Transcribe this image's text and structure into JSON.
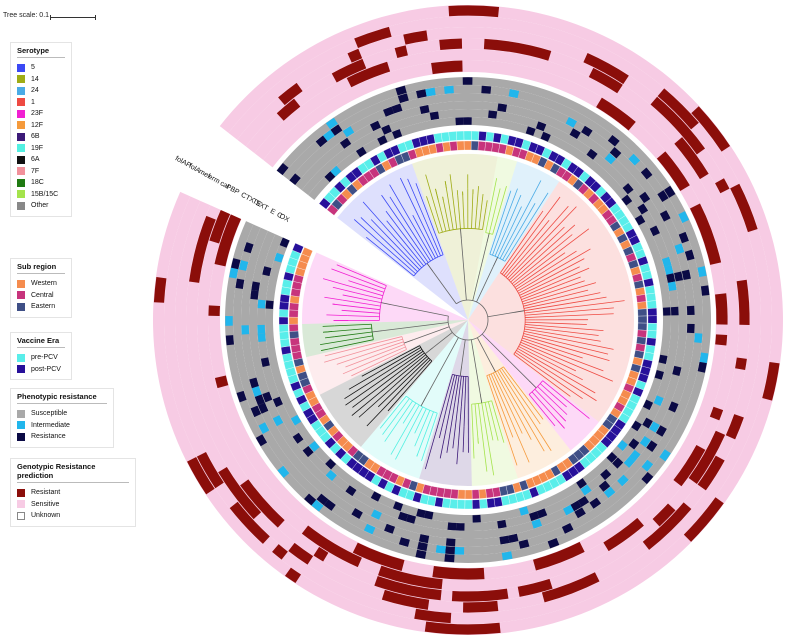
{
  "tree_scale": {
    "label": "Tree scale: 0.1"
  },
  "legends": {
    "serotype": {
      "title": "Serotype",
      "items": [
        {
          "label": "5",
          "color": "#3b49f5"
        },
        {
          "label": "14",
          "color": "#9fac16"
        },
        {
          "label": "24",
          "color": "#4aabe6"
        },
        {
          "label": "1",
          "color": "#ee4a42"
        },
        {
          "label": "23F",
          "color": "#f11fd2"
        },
        {
          "label": "12F",
          "color": "#f59a3b"
        },
        {
          "label": "6B",
          "color": "#3c1a78"
        },
        {
          "label": "19F",
          "color": "#53f0e2"
        },
        {
          "label": "6A",
          "color": "#111111"
        },
        {
          "label": "7F",
          "color": "#f2919b"
        },
        {
          "label": "18C",
          "color": "#1f7a12"
        },
        {
          "label": "15B/15C",
          "color": "#a4e34c"
        },
        {
          "label": "Other",
          "color": "#888888"
        }
      ]
    },
    "subregion": {
      "title": "Sub region",
      "items": [
        {
          "label": "Western",
          "color": "#f58c4e"
        },
        {
          "label": "Central",
          "color": "#c7347c"
        },
        {
          "label": "Eastern",
          "color": "#3f4f86"
        }
      ]
    },
    "vaccine": {
      "title": "Vaccine Era",
      "items": [
        {
          "label": "pre-PCV",
          "color": "#59eeea"
        },
        {
          "label": "post-PCV",
          "color": "#27109a"
        }
      ]
    },
    "phenotypic": {
      "title": "Phenotypic resistance",
      "items": [
        {
          "label": "Susceptible",
          "color": "#a9a9a9"
        },
        {
          "label": "Intermediate",
          "color": "#21b6ec"
        },
        {
          "label": "Resistance",
          "color": "#0b0a45"
        }
      ]
    },
    "genotypic": {
      "title": "Genotypic Resistance prediction",
      "items": [
        {
          "label": "Resistant",
          "color": "#8b0e0a"
        },
        {
          "label": "Sensitive",
          "color": "#f7cbe4"
        },
        {
          "label": "Unknown",
          "color": "#ffffff"
        }
      ]
    }
  },
  "ring_labels": {
    "genotypic": [
      "folAP",
      "folA",
      "mef",
      "erm",
      "cat",
      "PBP"
    ],
    "phenotypic": [
      "CTX",
      "TE",
      "SXT",
      "E",
      "C",
      "OX"
    ]
  }
}
